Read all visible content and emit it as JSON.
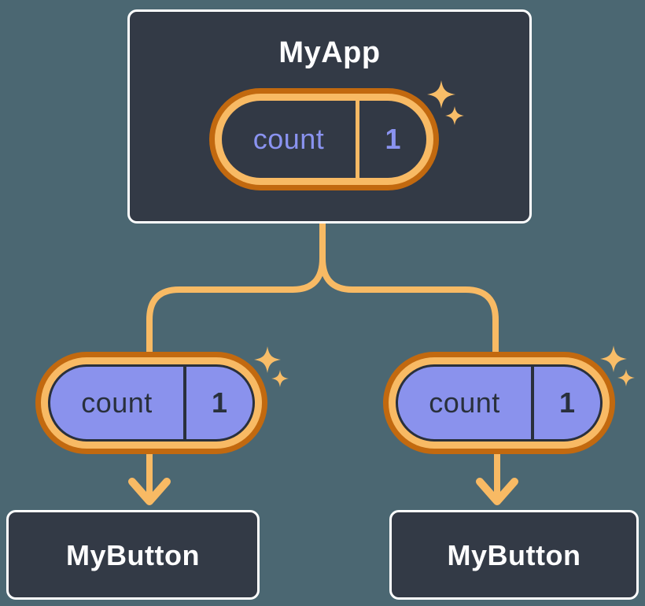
{
  "diagram": {
    "description": "component tree passing state down as props",
    "root": {
      "title": "MyApp",
      "state": {
        "name": "count",
        "value": "1"
      }
    },
    "children": [
      {
        "title": "MyButton",
        "prop": {
          "name": "count",
          "value": "1"
        }
      },
      {
        "title": "MyButton",
        "prop": {
          "name": "count",
          "value": "1"
        }
      }
    ]
  },
  "icons": {
    "sparkle": "four-point star ✦"
  },
  "colors": {
    "background": "#4B6772",
    "node_fill": "#333A46",
    "node_border": "#FFFFFF",
    "title_text": "#FDFDFE",
    "wire_amber": "#F8BA64",
    "ring_outer_orange": "#C2690F",
    "ring_inner_amber": "#F8BA64",
    "state_pill_fill": "#323945",
    "state_text_purple": "#8A93F0",
    "prop_pill_fill": "#8A92ED",
    "prop_text_dark": "#29303C",
    "sparkle": "#F8BD68"
  }
}
